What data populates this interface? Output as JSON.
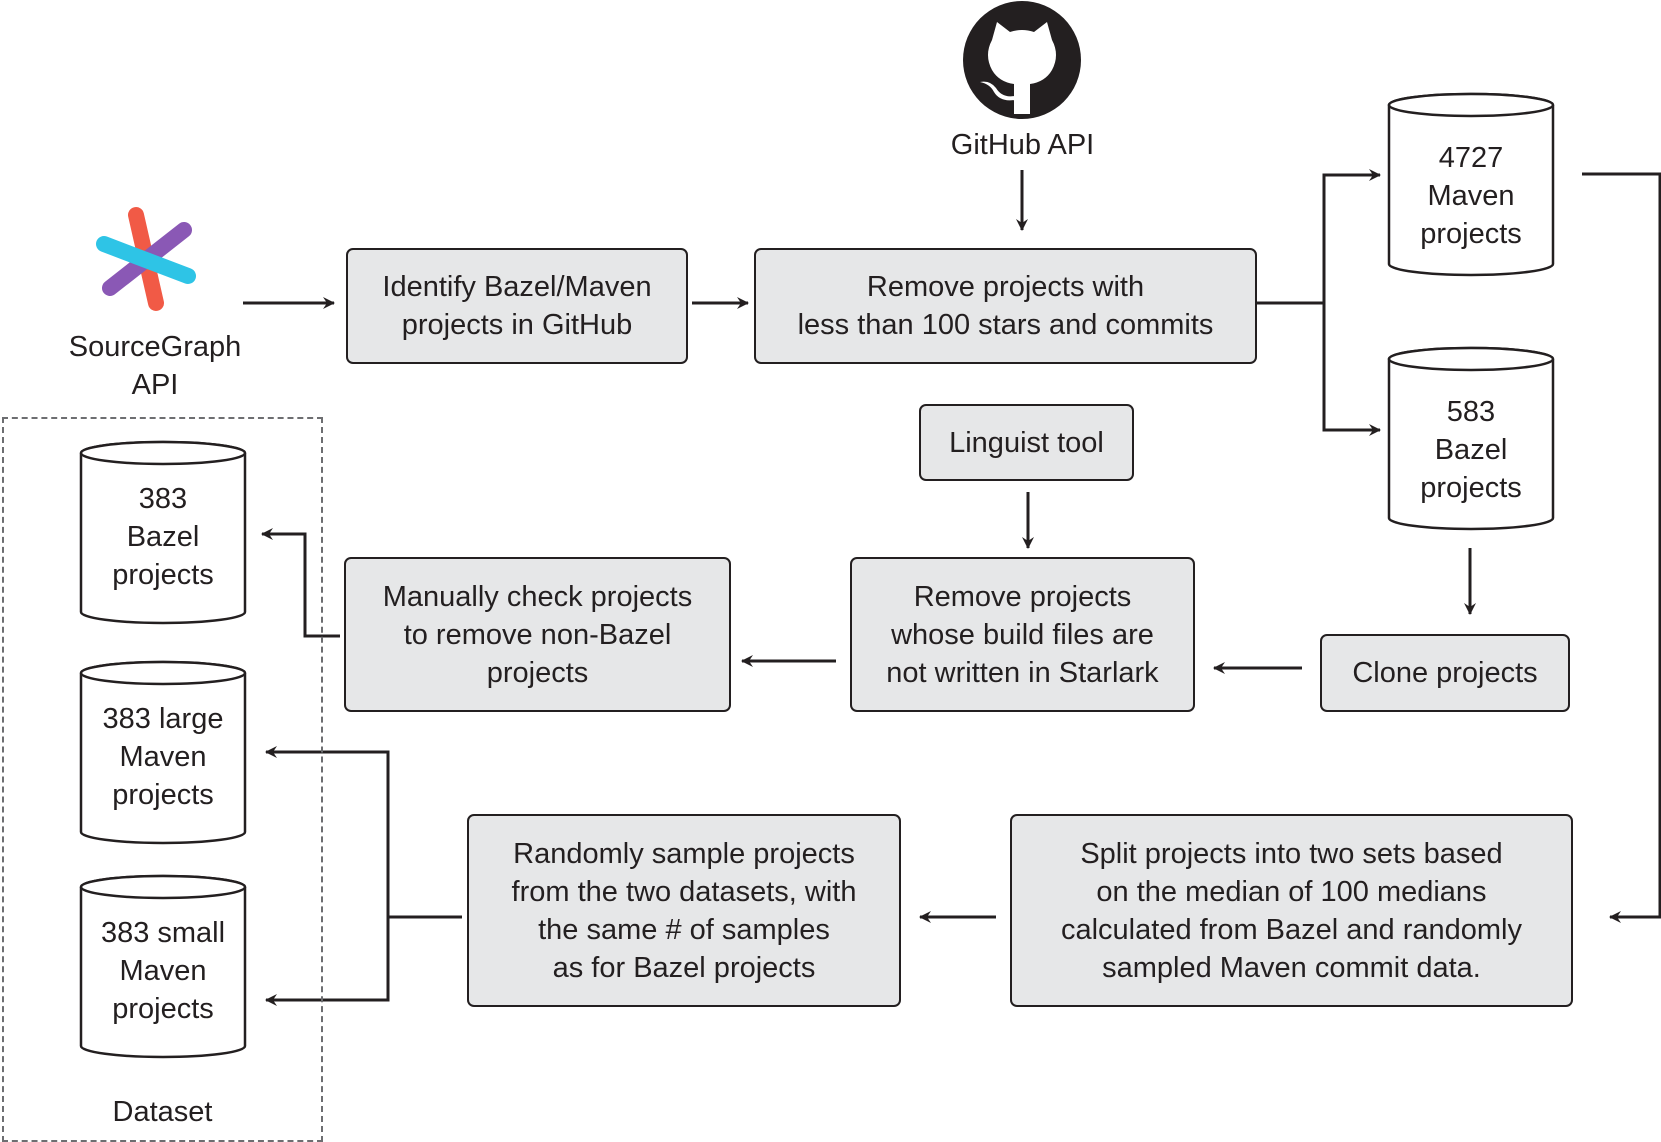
{
  "sources": {
    "sourcegraph": "SourceGraph\nAPI",
    "github": "GitHub API",
    "linguist": "Linguist tool"
  },
  "steps": {
    "identify": "Identify Bazel/Maven\nprojects in GitHub",
    "remove_stars": "Remove projects with\nless than 100 stars and commits",
    "clone": "Clone projects",
    "remove_starlark": "Remove projects\nwhose build files are\nnot written in Starlark",
    "manual_check": "Manually check projects\nto remove non-Bazel\nprojects",
    "split": "Split projects into two sets based\non the median of 100 medians\ncalculated from Bazel and randomly\nsampled Maven commit data.",
    "sample": "Randomly sample projects\nfrom the two datasets, with\nthe same # of samples\nas for Bazel projects"
  },
  "stores": {
    "maven_4727": "4727\nMaven\nprojects",
    "bazel_583": "583\nBazel\nprojects",
    "bazel_383": "383\nBazel\nprojects",
    "maven_large": "383 large\nMaven\nprojects",
    "maven_small": "383 small\nMaven\nprojects"
  },
  "dataset_label": "Dataset",
  "icons": {
    "github": "github-octocat-icon",
    "sourcegraph": "sourcegraph-logo-icon"
  },
  "colors": {
    "box_fill": "#e6e7e8",
    "stroke": "#231f20",
    "sourcegraph_red": "#f15a46",
    "sourcegraph_purple": "#8a58b5",
    "sourcegraph_cyan": "#2ec4e6"
  }
}
